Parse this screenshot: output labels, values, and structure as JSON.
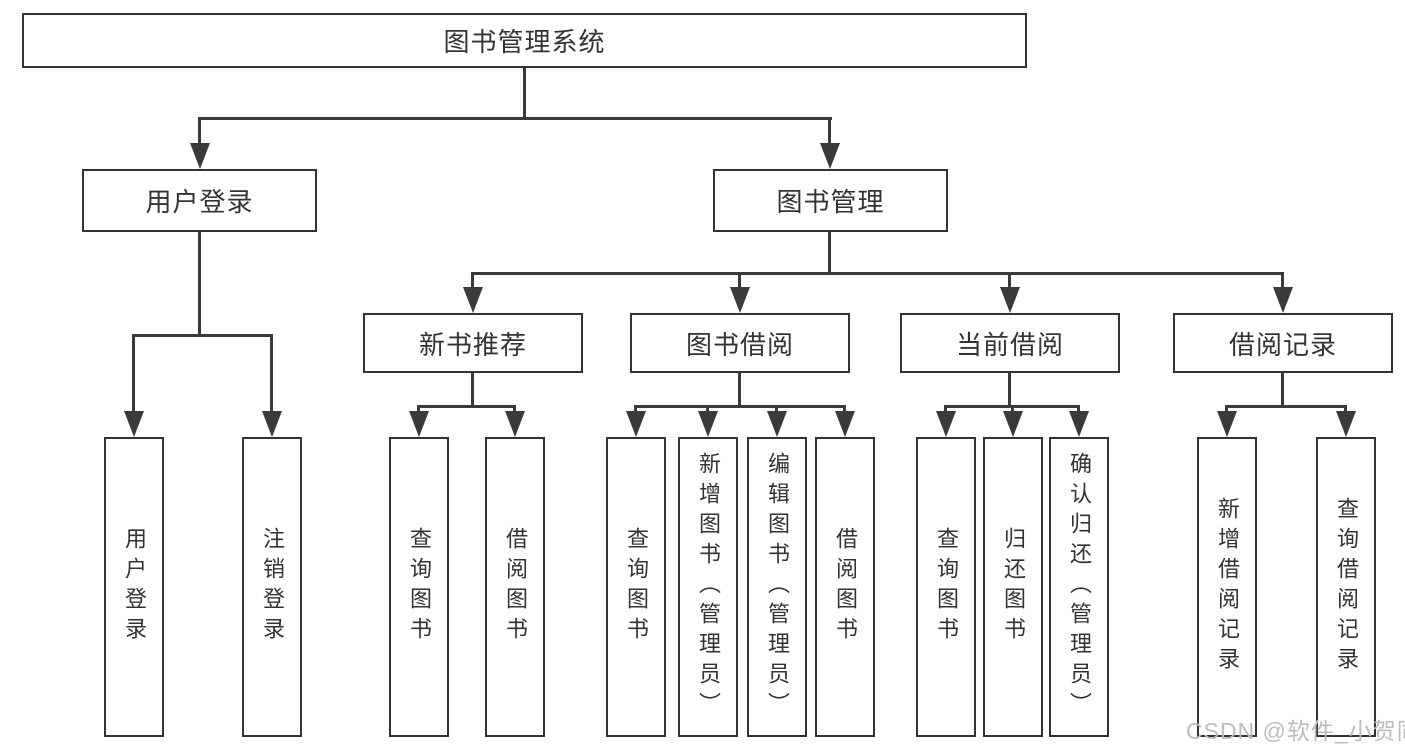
{
  "root": {
    "label": "图书管理系统"
  },
  "level2": {
    "user_login": {
      "label": "用户登录"
    },
    "book_mgmt": {
      "label": "图书管理"
    }
  },
  "level3": {
    "new_book_recommend": {
      "label": "新书推荐"
    },
    "book_borrow": {
      "label": "图书借阅"
    },
    "current_borrow": {
      "label": "当前借阅"
    },
    "borrow_records": {
      "label": "借阅记录"
    }
  },
  "level4": {
    "user_login": [
      "用户登录",
      "注销登录"
    ],
    "new_book_recommend": [
      "查询图书",
      "借阅图书"
    ],
    "book_borrow": [
      "查询图书",
      "新增图书（管理员）",
      "编辑图书（管理员）",
      "借阅图书"
    ],
    "current_borrow": [
      "查询图书",
      "归还图书",
      "确认归还（管理员）"
    ],
    "borrow_records": [
      "新增借阅记录",
      "查询借阅记录"
    ]
  },
  "watermark": {
    "text": "CSDN @软件_小贺同学"
  },
  "colors": {
    "line": "#3a3a3a",
    "text": "#333333",
    "box_background": "#ffffff",
    "page_background": "#ffffff",
    "watermark": "#bcbcbc"
  }
}
